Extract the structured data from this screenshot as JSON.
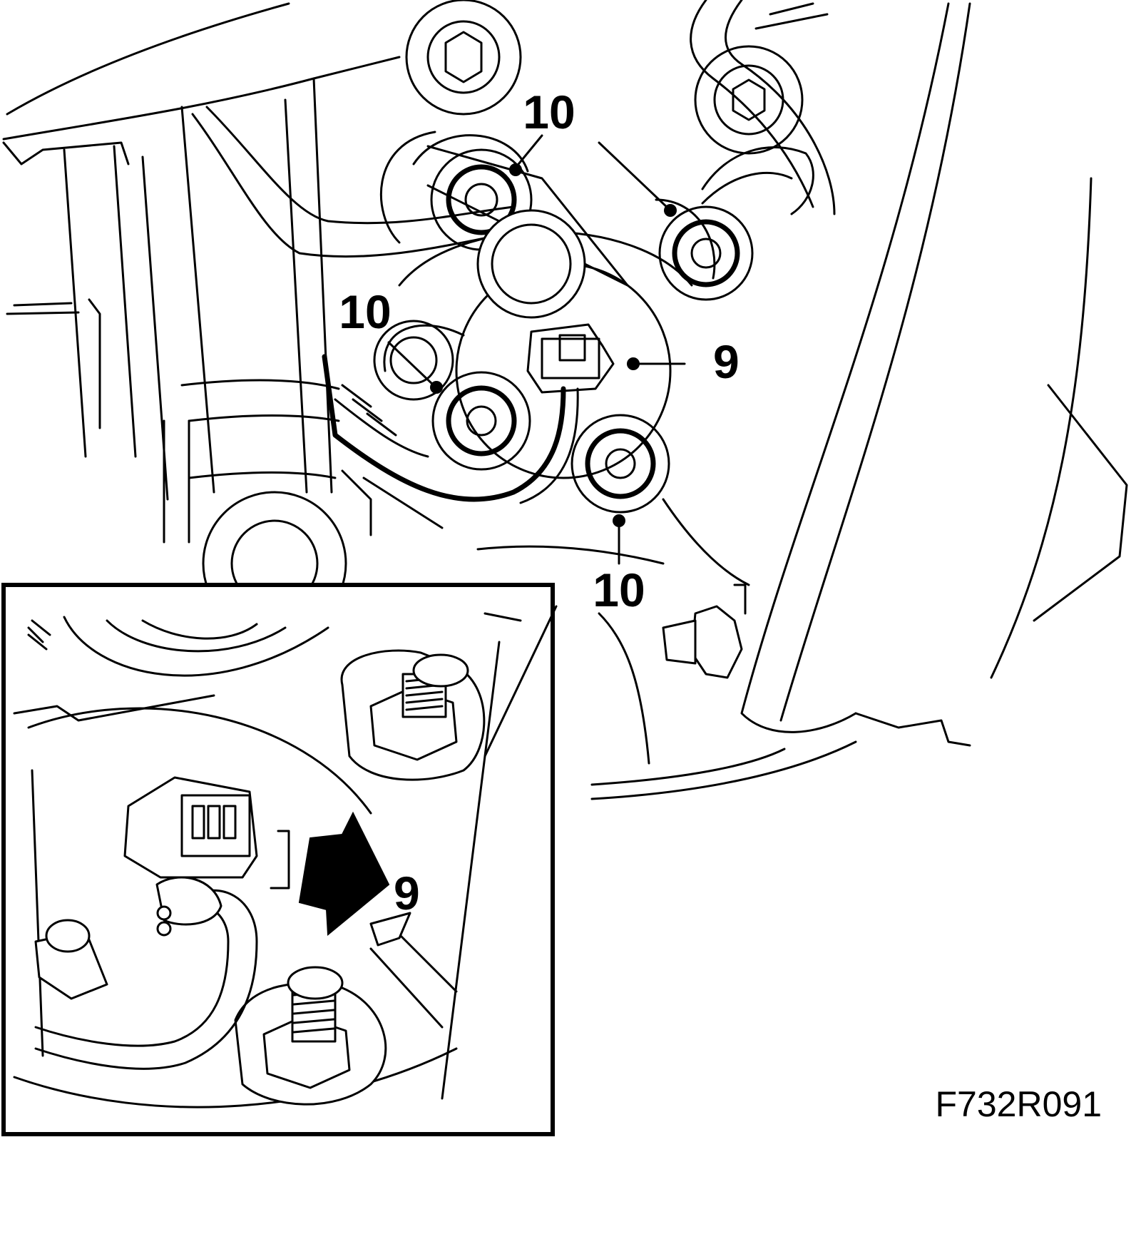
{
  "figure": {
    "code": "F732R091",
    "callouts": {
      "bolt_top": "10",
      "bolt_left": "10",
      "bolt_bottom": "10",
      "sensor_main": "9",
      "sensor_inset": "9"
    },
    "arrow_color": "#000000",
    "line_color": "#000000",
    "background": "#ffffff"
  }
}
